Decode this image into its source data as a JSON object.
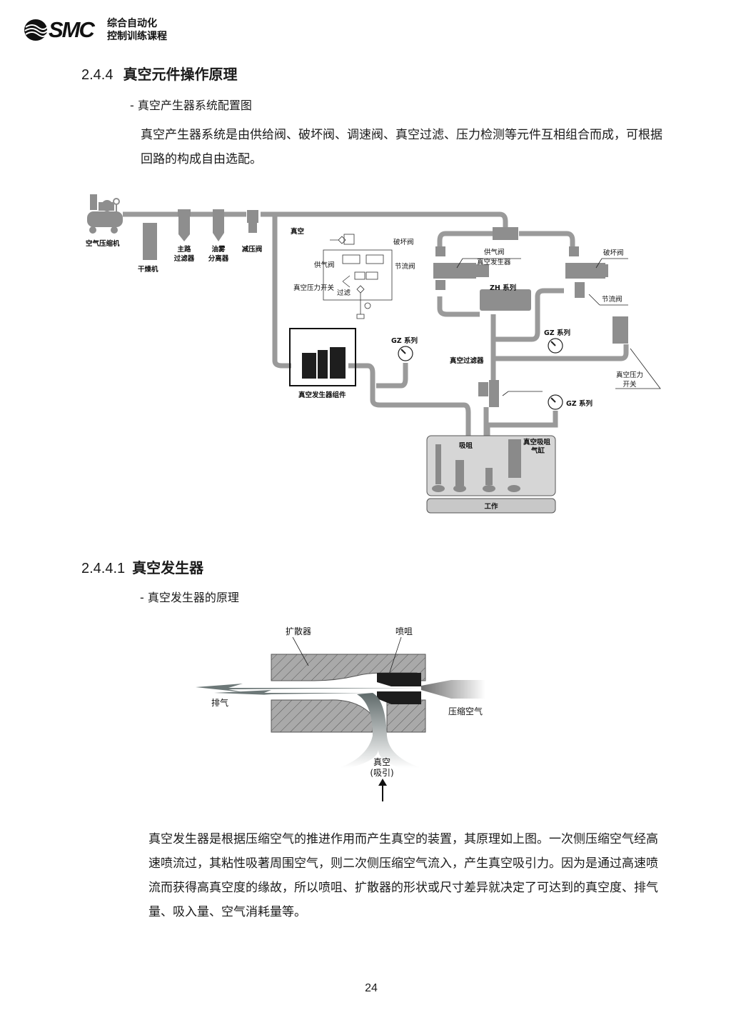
{
  "header": {
    "brand": "SMC",
    "subtitle_line1": "综合自动化",
    "subtitle_line2": "控制训练课程"
  },
  "section": {
    "number": "2.4.4",
    "title": "真空元件操作原理",
    "subheading": "- 真空产生器系统配置图",
    "paragraph": "真空产生器系统是由供给阀、破坏阀、调速阀、真空过滤、压力检测等元件互相组合而成，可根据回路的构成自由选配。"
  },
  "system_diagram": {
    "labels": {
      "compressor": "空气压缩机",
      "dryer": "干燥机",
      "main_filter_1": "主路",
      "main_filter_2": "过滤器",
      "mist_sep_1": "油雾",
      "mist_sep_2": "分离器",
      "regulator": "减压阀",
      "vacuum": "真空",
      "release_valve_schem": "破坏阀",
      "supply_valve_schem": "供气阀",
      "throttle_schem": "节流阀",
      "pressure_switch_schem": "真空压力开关",
      "filter_schem": "过滤",
      "supply_valve": "供气阀",
      "ejector": "真空发生器",
      "release_valve": "破坏阀",
      "throttle_valve": "节流阀",
      "zh_series": "ZH 系列",
      "gz_series_1": "GZ 系列",
      "gz_series_2": "GZ 系列",
      "gz_series_3": "GZ 系列",
      "vacuum_filter": "真空过滤器",
      "pressure_switch_1": "真空压力",
      "pressure_switch_2": "开关",
      "ejector_unit": "真空发生器组件",
      "suction_cup": "吸咀",
      "vacuum_cyl_1": "真空吸咀",
      "vacuum_cyl_2": "气缸",
      "work": "工作"
    }
  },
  "subsection": {
    "number": "2.4.4.1",
    "title": "真空发生器",
    "subheading": "- 真空发生器的原理",
    "paragraph": "真空发生器是根据压缩空气的推进作用而产生真空的装置，其原理如上图。一次侧压缩空气经高速喷流过，其粘性吸著周围空气，则二次侧压缩空气流入，产生真空吸引力。因为是通过高速喷流而获得高真空度的缘故，所以喷咀、扩散器的形状或尺寸差异就决定了可达到的真空度、排气量、吸入量、空气消耗量等。"
  },
  "ejector_diagram": {
    "labels": {
      "diffuser": "扩散器",
      "nozzle": "喷咀",
      "exhaust": "排气",
      "compressed_air": "压缩空气",
      "vacuum": "真空",
      "suction": "(吸引)"
    }
  },
  "footer": {
    "page_number": "24"
  }
}
